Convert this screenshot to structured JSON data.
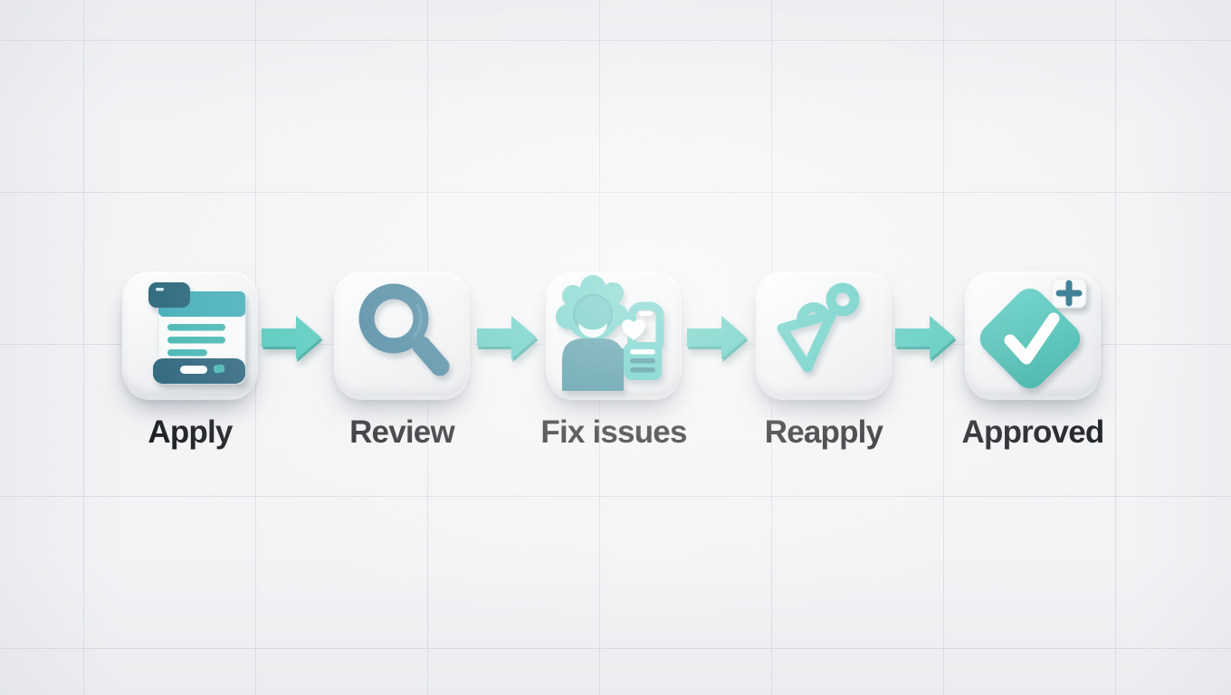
{
  "diagram": {
    "type": "process-flow",
    "direction": "left-to-right",
    "steps": [
      {
        "label": "Apply",
        "icon": "application-form-icon"
      },
      {
        "label": "Review",
        "icon": "magnifier-icon"
      },
      {
        "label": "Fix issues",
        "icon": "person-checklist-icon"
      },
      {
        "label": "Reapply",
        "icon": "resubmit-plane-icon"
      },
      {
        "label": "Approved",
        "icon": "approved-check-badge-icon"
      }
    ],
    "connector_icon": "arrow-right-icon",
    "connector_count": 4
  },
  "colors": {
    "background": "#f2f3f5",
    "grid_line": "#c1c7ce",
    "tile_face": "#eef0f2",
    "accent_teal": "#3fc2b4",
    "accent_teal_dark_edge": "#27a093",
    "steel_teal": "#2d7390",
    "deep_teal": "#205e76",
    "mid_teal": "#38a9b6",
    "light_teal": "#49c5b9",
    "label_text": "#14171a",
    "white": "#ffffff"
  }
}
